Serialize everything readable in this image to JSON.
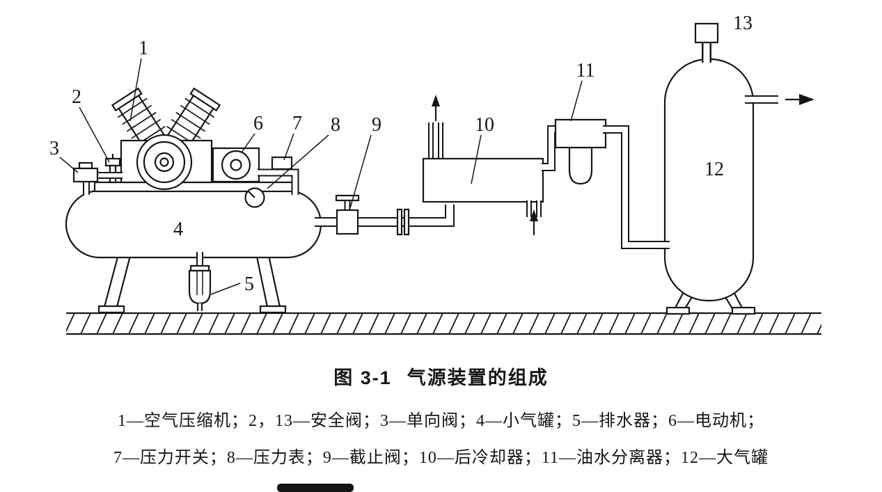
{
  "colors": {
    "ink": "#161616",
    "background": "#ffffff"
  },
  "figure": {
    "caption_label": "图 3-1",
    "caption_title": "气源装置的组成"
  },
  "callouts": {
    "n1": "1",
    "n2": "2",
    "n3": "3",
    "n4": "4",
    "n5": "5",
    "n6": "6",
    "n7": "7",
    "n8": "8",
    "n9": "9",
    "n10": "10",
    "n11": "11",
    "n12": "12",
    "n13": "13"
  },
  "legend": {
    "separator": "；",
    "line1_trailing_separator": true,
    "line1_items": [
      "1—空气压缩机",
      "2，13—安全阀",
      "3—单向阀",
      "4—小气罐",
      "5—排水器",
      "6—电动机"
    ],
    "line2_items": [
      "7—压力开关",
      "8—压力表",
      "9—截止阀",
      "10—后冷却器",
      "11—油水分离器",
      "12—大气罐"
    ]
  }
}
